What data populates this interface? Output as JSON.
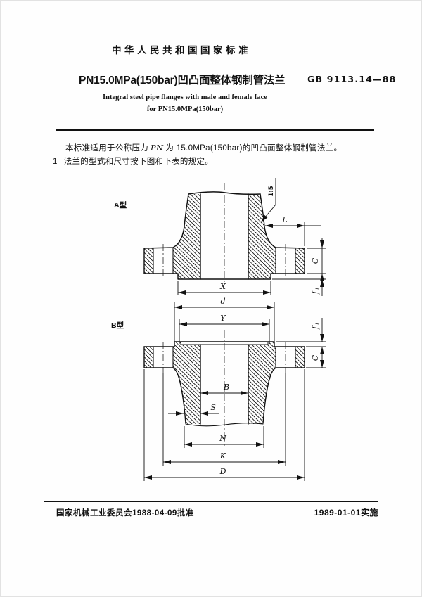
{
  "document": {
    "header": "中华人民共和国国家标准",
    "title": "PN15.0MPa(150bar)凹凸面整体钢制管法兰",
    "standard_number": "GB 9113.14—88",
    "subtitle_en_1": "Integral steel pipe flanges with male and female face",
    "subtitle_en_2": "for PN15.0MPa(150bar)",
    "scope_pre": "本标准适用于公称压力",
    "scope_var": "PN",
    "scope_post": "为 15.0MPa(150bar)的凹凸面整体钢制管法兰。",
    "clause_1_number": "1",
    "clause_1_text": "法兰的型式和尺寸按下图和下表的规定。",
    "approval": "国家机械工业委员会1988-04-09批准",
    "implementation": "1989-01-01实施"
  },
  "figure": {
    "type_a_label": "A型",
    "type_b_label": "B型",
    "taper_label": "1:5",
    "labels": {
      "L": "L",
      "C": "C",
      "X": "X",
      "d": "d",
      "Y": "Y",
      "B": "B",
      "S": "S",
      "N": "N",
      "K": "K",
      "D": "D",
      "f": "f",
      "f_sub": "1"
    }
  }
}
